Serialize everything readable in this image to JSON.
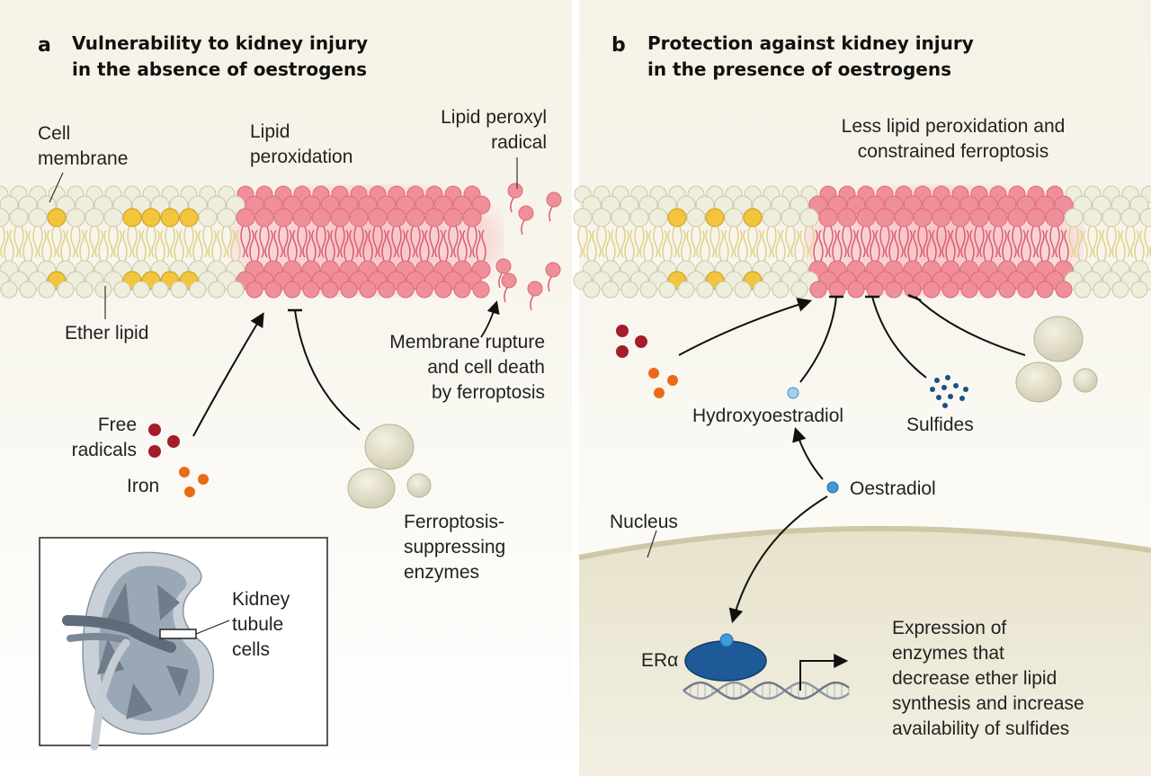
{
  "panel_a": {
    "tag": "a",
    "title_line1": "Vulnerability to kidney injury",
    "title_line2": "in the absence of oestrogens",
    "cell_membrane": [
      "Cell",
      "membrane"
    ],
    "lipid_peroxidation": [
      "Lipid",
      "peroxidation"
    ],
    "lipid_peroxyl_radical": [
      "Lipid peroxyl",
      "radical"
    ],
    "ether_lipid": "Ether lipid",
    "membrane_rupture": [
      "Membrane rupture",
      "and cell death",
      "by ferroptosis"
    ],
    "free_radicals": [
      "Free",
      "radicals"
    ],
    "iron": "Iron",
    "ferroptosis_enzymes": [
      "Ferroptosis-",
      "suppressing",
      "enzymes"
    ],
    "kidney_tubule_cells": [
      "Kidney",
      "tubule",
      "cells"
    ]
  },
  "panel_b": {
    "tag": "b",
    "title_line1": "Protection against kidney injury",
    "title_line2": "in the presence of oestrogens",
    "less_peroxidation": [
      "Less lipid peroxidation and",
      "constrained ferroptosis"
    ],
    "hydroxyoestradiol": "Hydroxyoestradiol",
    "sulfides": "Sulfides",
    "oestradiol": "Oestradiol",
    "nucleus": "Nucleus",
    "er_alpha": "ERα",
    "expression": [
      "Expression of",
      "enzymes that",
      "decrease ether lipid",
      "synthesis and increase",
      "availability of sulfides"
    ]
  },
  "colors": {
    "membrane_head": "#efeedc",
    "ether_head": "#f2c53d",
    "peroxidized_head": "#f08f9a",
    "free_radical": "#a31d2b",
    "iron": "#ea6a17",
    "enzyme": "#dcd8c2",
    "oestradiol": "#3f9ad8",
    "er_alpha": "#1e5a98",
    "cytoplasm": "#f4f1e4",
    "nucleus": "#e6e1c9"
  }
}
